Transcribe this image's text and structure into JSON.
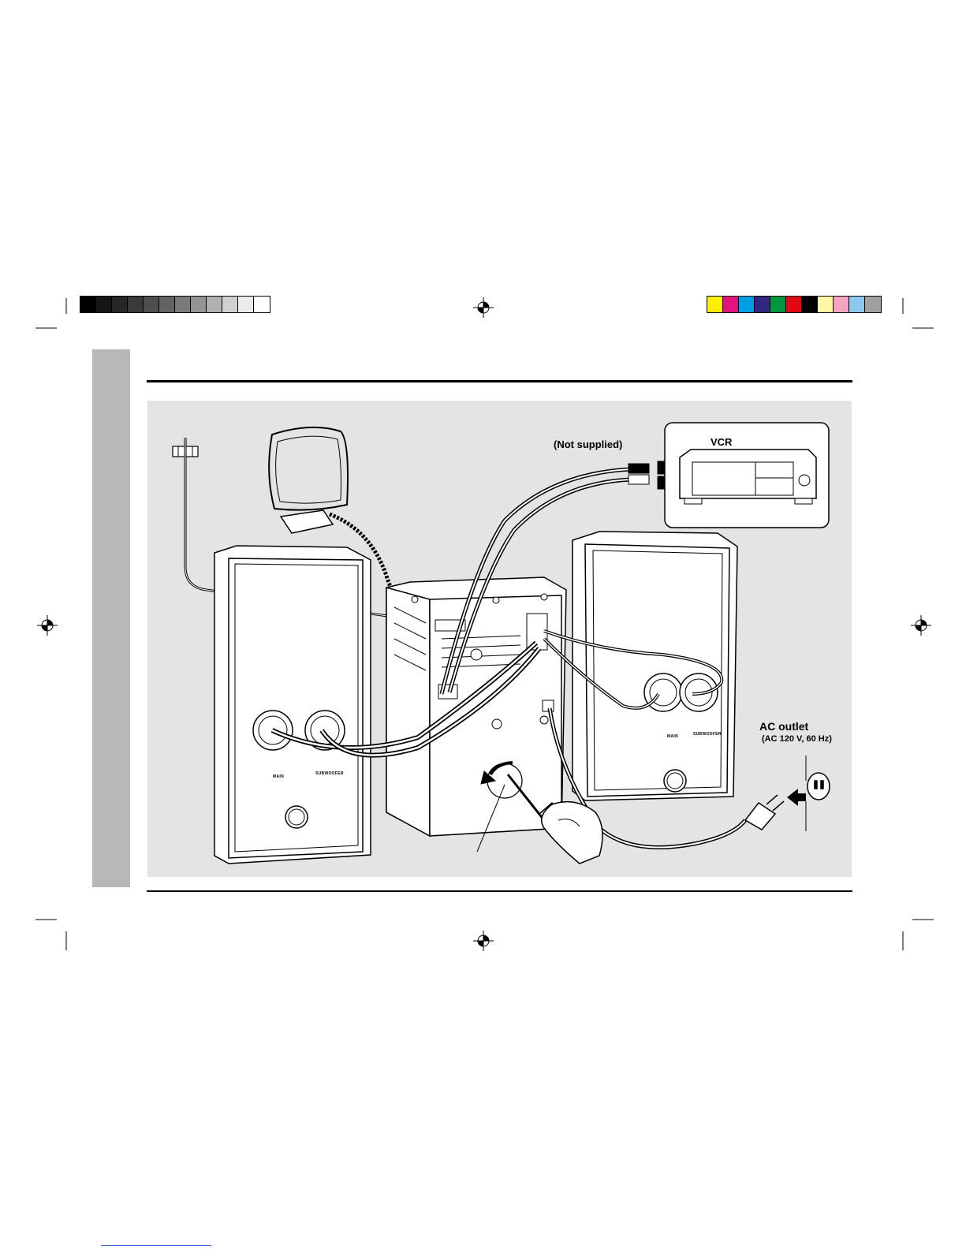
{
  "registration": {
    "grayscale_swatches": [
      "#000000",
      "#141414",
      "#262626",
      "#3a3a3a",
      "#4e4e4e",
      "#636363",
      "#7a7a7a",
      "#939393",
      "#b0b0b0",
      "#d0d0d0",
      "#ececec",
      "#ffffff"
    ],
    "color_swatches": [
      "#ffee00",
      "#e0147a",
      "#009fe3",
      "#312783",
      "#00963f",
      "#e30613",
      "#000000",
      "#fff6a6",
      "#f4a3c0",
      "#8cc9ee",
      "#a0a0a0"
    ]
  },
  "diagram": {
    "not_supplied_label": "(Not supplied)",
    "vcr_label": "VCR",
    "ac_outlet_label": "AC outlet",
    "ac_spec_label": "(AC 120 V, 60 Hz)",
    "left_speaker": {
      "main_label": "MAIN",
      "subwoofer_label": "SUBWOOFER"
    },
    "right_speaker": {
      "main_label": "MAIN",
      "subwoofer_label": "SUBWOOFER"
    }
  },
  "icons": [
    "crosshair-registration-icon",
    "vcr-icon",
    "speaker-icon",
    "am-loop-antenna-icon",
    "fm-antenna-icon",
    "ac-plug-icon",
    "ac-outlet-icon",
    "screwdriver-hand-icon",
    "rotate-arrow-icon"
  ]
}
